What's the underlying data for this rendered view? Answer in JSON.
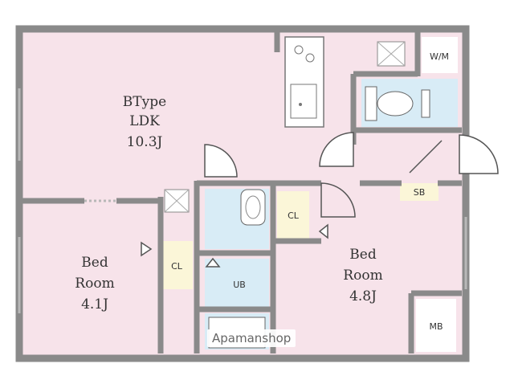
{
  "rooms": {
    "ldk": {
      "type": "BType",
      "name": "LDK",
      "size": "10.3J"
    },
    "bed_left": {
      "name_line1": "Bed",
      "name_line2": "Room",
      "size": "4.1J"
    },
    "bed_right": {
      "name_line1": "Bed",
      "name_line2": "Room",
      "size": "4.8J"
    }
  },
  "storage": {
    "cl_left": "CL",
    "cl_mid": "CL",
    "wm": "W/M",
    "sb": "SB",
    "ub": "UB",
    "mb": "MB"
  },
  "watermark": "Apamanshop",
  "colors": {
    "floor_pink": "#f7e3ea",
    "bath_blue": "#d8ecf6",
    "closet_yellow": "#fbf6d8",
    "wall": "#8a8a8a"
  }
}
